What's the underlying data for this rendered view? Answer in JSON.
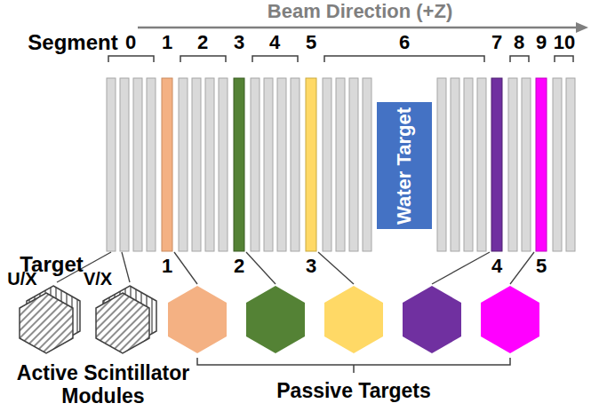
{
  "diagram": {
    "nodes": [
      {
        "text": [
          "Water Target"
        ]
      }
    ],
    "labels": [
      "Beam Direction (+Z)",
      "Segment",
      "0",
      "1",
      "2",
      "3",
      "4",
      "5",
      "6",
      "7",
      "8",
      "9",
      "10",
      "Target",
      "1",
      "2",
      "3",
      "4",
      "5",
      "U/X",
      "V/X",
      "Active Scintillator Modules",
      "Passive Targets"
    ]
  }
}
